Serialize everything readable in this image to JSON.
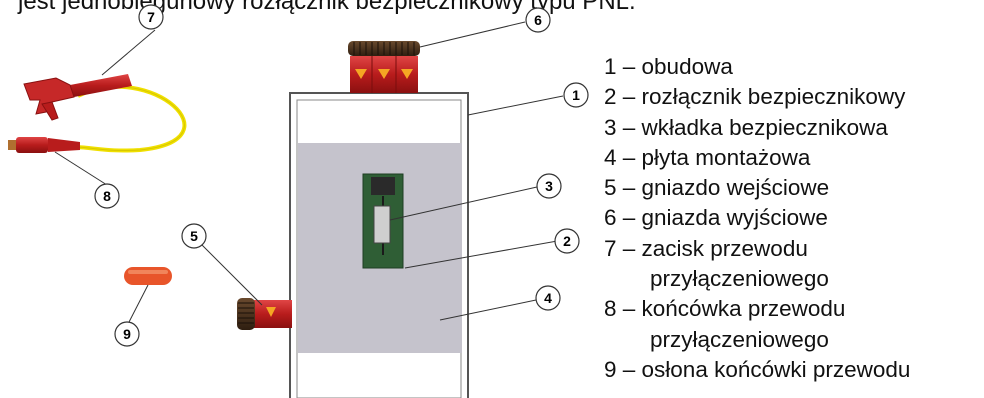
{
  "header_fragment": "jest jednobiegunowy rozłącznik bezpiecznikowy typu PNL.",
  "callouts": [
    "1",
    "2",
    "3",
    "4",
    "5",
    "6",
    "7",
    "8",
    "9"
  ],
  "legend": [
    {
      "line1": "1 – obudowa"
    },
    {
      "line1": "2 – rozłącznik bezpiecznikowy"
    },
    {
      "line1": "3 – wkładka bezpiecznikowa"
    },
    {
      "line1": "4 – płyta montażowa"
    },
    {
      "line1": "5 – gniazdo wejściowe"
    },
    {
      "line1": "6 – gniazda wyjściowe"
    },
    {
      "line1": "7 – zacisk przewodu",
      "line2": "przyłączeniowego"
    },
    {
      "line1": "8 – końcówka przewodu",
      "line2": "przyłączeniowego"
    },
    {
      "line1": "9 – osłona końcówki przewodu"
    }
  ],
  "colors": {
    "housing_stroke": "#555555",
    "mounting_plate": "#c4c2cc",
    "switch_green": "#2f5e35",
    "connector_red": "#c62828",
    "knurl_brown": "#4a3220",
    "cable_yellow": "#f2e600",
    "cap_orange": "#e8552a"
  },
  "icons": [
    "housing-box",
    "fuse-switch",
    "fuse-insert",
    "output-sockets",
    "input-socket",
    "alligator-clamp",
    "cable-plug",
    "protective-cap"
  ]
}
